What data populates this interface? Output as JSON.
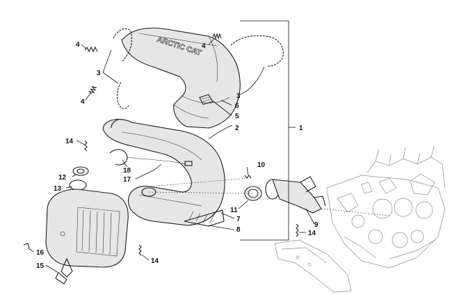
{
  "logo": "ARCTIC CAT",
  "callouts": [
    {
      "id": "c4a",
      "text": "4"
    },
    {
      "id": "c3a",
      "text": "3"
    },
    {
      "id": "c4b",
      "text": "4"
    },
    {
      "id": "c4c",
      "text": "4"
    },
    {
      "id": "c3b",
      "text": "3"
    },
    {
      "id": "c6",
      "text": "6"
    },
    {
      "id": "c5",
      "text": "5"
    },
    {
      "id": "c2",
      "text": "2"
    },
    {
      "id": "c1",
      "text": "1"
    },
    {
      "id": "c14a",
      "text": "14"
    },
    {
      "id": "c10",
      "text": "10"
    },
    {
      "id": "c18",
      "text": "18"
    },
    {
      "id": "c12",
      "text": "12"
    },
    {
      "id": "c17",
      "text": "17"
    },
    {
      "id": "c13",
      "text": "13"
    },
    {
      "id": "c11",
      "text": "11"
    },
    {
      "id": "c7",
      "text": "7"
    },
    {
      "id": "c9",
      "text": "9"
    },
    {
      "id": "c8",
      "text": "8"
    },
    {
      "id": "c14b",
      "text": "14"
    },
    {
      "id": "c16",
      "text": "16"
    },
    {
      "id": "c14c",
      "text": "14"
    },
    {
      "id": "c15",
      "text": "15"
    }
  ]
}
